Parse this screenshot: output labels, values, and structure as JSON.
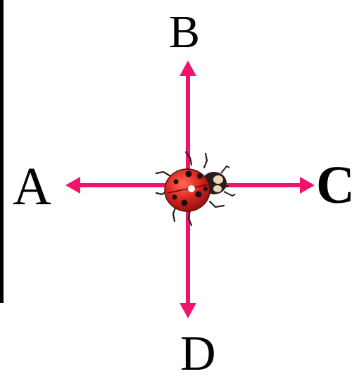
{
  "labels": {
    "left": "A",
    "top": "B",
    "right": "C",
    "bottom": "D"
  },
  "colors": {
    "arrow": "#f0136c",
    "ladybug_shell": "#d8231f",
    "ladybug_spots": "#1a1010",
    "text": "#000000"
  },
  "center_figure": "ladybug-icon"
}
